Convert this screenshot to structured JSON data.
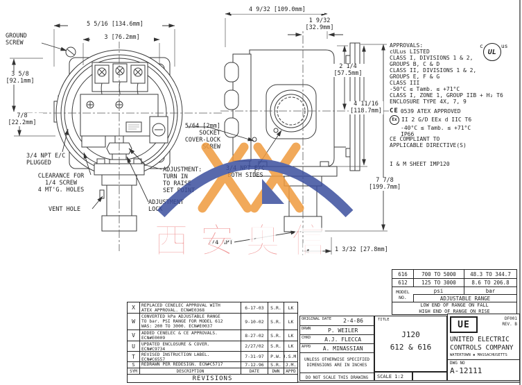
{
  "watermark": {
    "text": "西安奥信",
    "orange": "#ef9b3e",
    "blue": "#3c4f9e",
    "text_color": "#ee8585"
  },
  "dims": {
    "front_width": "5 5/16 [134.6mm]",
    "front_holes": "3 [76.2mm]",
    "front_upper": "3 5/8\n[92.1mm]",
    "front_lower": "7/8\n[22.2mm]",
    "side_depth": "4 9/32 [109.0mm]",
    "side_offset": "1 9/32\n[32.9mm]",
    "side_upper": "2 1/4\n[57.5mm]",
    "side_height": "4 11/16\n[118.7mm]",
    "side_total": "7 7/8\n[199.7mm]",
    "port_offset": "1 3/32 [27.8mm]"
  },
  "labels": {
    "ground_screw": "GROUND\nSCREW",
    "npt_plugged": "3/4 NPT E/C\nPLUGGED",
    "clearance": "CLEARANCE FOR\n1/4 SCREW\n4 MT'G. HOLES",
    "vent_hole": "VENT HOLE",
    "adjustment": "ADJUSTMENT:\nTURN IN\nTO RAISE\nSET POINT",
    "adjustment_lock": "ADJUSTMENT\nLOCK",
    "socket_screw": "5/64 [2mm]\nSOCKET\nCOVER-LOCK\nSCREW",
    "npt_both": "3/4 NPT E/C\nBOTH SIDES",
    "npt_bottom": "1/4 NPT"
  },
  "approvals": {
    "block1": "APPROVALS:\ncULus LISTED\nCLASS I, DIVISIONS 1 & 2,\n GROUPS B, C & D\nCLASS II, DIVISIONS 1 & 2,\n GROUPS E, F & G\nCLASS III\n-50°C ≤ Tamb. ≤ +71°C\nCLASS I, ZONE 1, GROUP IIB + H₂ T6\nENCLOSURE TYPE 4X, 7, 9",
    "ce_mark": "CE",
    "ex_mark": "Ex",
    "atex_line1": "0539 ATEX APPROVED",
    "atex_line2": "II 2 G/D EEx d IIC T6",
    "atex_line3": "-40°C ≤ Tamb. ≤ +71°C",
    "atex_line4": "IP66",
    "ce_compliant": "CE COMPLIANT TO\nAPPLICABLE DIRECTIVE(S)",
    "im_sheet": "I & M SHEET IMP120",
    "ul_c": "c",
    "ul_mark": "UL",
    "ul_us": "us"
  },
  "range_table": {
    "rows": [
      {
        "model": "616",
        "psi": "700 TO 5000",
        "bar": "48.3 TO 344.7"
      },
      {
        "model": "612",
        "psi": "125 TO 3000",
        "bar": "8.6 TO 206.8"
      }
    ],
    "model_label": "MODEL\nNO.",
    "psi_label": "psi",
    "bar_label": "bar",
    "span_label": "ADJUSTABLE RANGE",
    "note": "LOW END OF RANGE ON FALL\nHIGH END OF RANGE ON RISE"
  },
  "revisions": {
    "banner": "REVISIONS",
    "header": {
      "sym": "SYM",
      "desc": "DESCRIPTION",
      "date": "DATE",
      "dwn": "DWN",
      "appd": "APPD"
    },
    "rows": [
      {
        "sym": "X",
        "desc": "REPLACED CENELEC APPROVAL WITH\nATEX APPROVAL.  ECN#E0368",
        "date": "6-17-03",
        "dwn": "S.R.",
        "appd": "LK"
      },
      {
        "sym": "W",
        "desc": "CONVERTED kPa ADJUSTABLE RANGE\nTO bar.  PSI RANGE FOR MODEL 612\nWAS: 200 TO 3000.  ECN#E0037",
        "date": "9-10-02",
        "dwn": "S.R.",
        "appd": "LK"
      },
      {
        "sym": "V",
        "desc": "ADDED CENELEC & CE APPROVALS.\nECN#E0009",
        "date": "8-27-02",
        "dwn": "S.R.",
        "appd": "LK"
      },
      {
        "sym": "U",
        "desc": "UPDATED ENCLOSURE & COVER.\nECN#C9734",
        "date": "2/27/02",
        "dwn": "S.R.",
        "appd": "LK"
      },
      {
        "sym": "T",
        "desc": "REVISED INSTRUCTION LABEL.\n          ECN#C6557",
        "date": "7-31-97",
        "dwn": "P.W.",
        "appd": "J.S.M."
      },
      {
        "sym": "S",
        "desc": "REDRAWN PER REDESIGN. ECN#C5717",
        "date": "7-12-96",
        "dwn": "S.R.",
        "appd": "J.M."
      }
    ]
  },
  "title_block": {
    "original_date_label": "ORIGINAL DATE",
    "original_date": "2-4-86",
    "drwn_label": "DRWN",
    "drwn": "P. WEILER",
    "chkd_label": "CHKD",
    "chkd": "A.J. FLECCA",
    "appd_label": "APPD",
    "appd": "A. MINASSIAN",
    "note1": "UNLESS OTHERWISE SPECIFIED\nDIMENSIONS ARE IN INCHES",
    "note2": "DO NOT SCALE THIS DRAWING",
    "title_label": "TITLE",
    "title": "J120\n612 & 616",
    "scale": "SCALE 1:2",
    "doc_code": "DF001",
    "rev": "REV. B",
    "logo": "UE",
    "company": "UNITED ELECTRIC\nCONTROLS COMPANY",
    "location": "WATERTOWN ▪ MASSACHUSETTS",
    "dwg_no_label": "DWG NO",
    "dwg_no": "A-12111"
  }
}
